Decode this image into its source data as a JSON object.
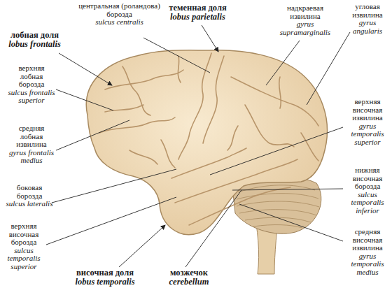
{
  "diagram": {
    "labels": [
      "центральная (роландова) борозда",
      "sulcus centralis",
      "теменная доля",
      "lobus parietalis",
      "надкраевая извилина",
      "gyrus supramarginalis",
      "угловая извилина",
      "gyrus angularis",
      "лобная доля",
      "lobus frontalis",
      "верхняя лобная борозда",
      "sulcus frontalis superior",
      "средняя лобная извилина",
      "gyrus frontalis medius",
      "верхняя височная извилина",
      "gyrus temporalis superior",
      "боковая борозда",
      "sulcus lateralis",
      "нижняя височная борозда",
      "sulcus temporalis inferior",
      "средняя височная извилина",
      "gyrus temporalis medius",
      "верхняя височная борозда",
      "sulcus temporalis superior",
      "височная доля",
      "lobus temporalis",
      "мозжечок",
      "cerebellum"
    ]
  }
}
